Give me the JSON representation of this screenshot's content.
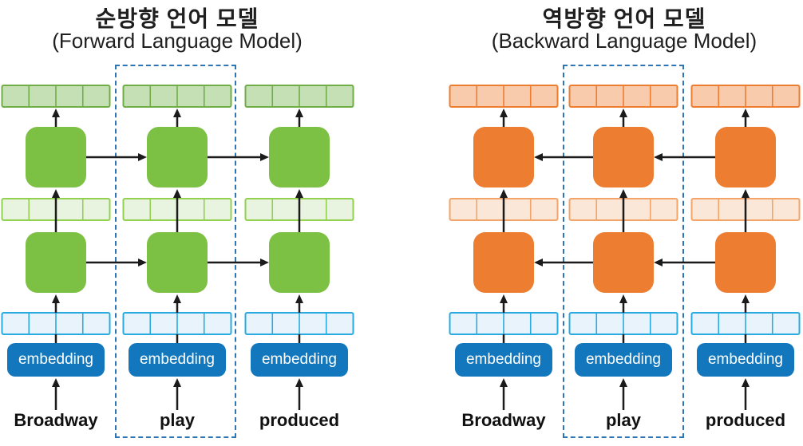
{
  "diagrams": [
    {
      "id": "forward",
      "title_ko": "순방향 언어 모델",
      "title_en": "(Forward Language Model)",
      "words": [
        "Broadway",
        "play",
        "produced"
      ],
      "direction": "right",
      "theme": "green"
    },
    {
      "id": "backward",
      "title_ko": "역방향 언어 모델",
      "title_en": "(Backward Language Model)",
      "words": [
        "Broadway",
        "play",
        "produced"
      ],
      "direction": "left",
      "theme": "orange"
    }
  ],
  "embedding_label": "embedding",
  "colors": {
    "green_cell": "#7cc143",
    "green_output_fill": "#c5e0b4",
    "green_output_border": "#70ad47",
    "green_hidden_fill": "#e9f4e0",
    "green_hidden_border": "#92d050",
    "orange_cell": "#ed7d31",
    "orange_output_fill": "#f8cbad",
    "orange_output_border": "#ed7d31",
    "orange_hidden_fill": "#fbe7d8",
    "orange_hidden_border": "#f3a469",
    "input_fill": "#e9f3fb",
    "input_border": "#29abe2",
    "embedding_fill": "#1277bd",
    "embedding_text": "#ffffff",
    "dashed_box": "#2e75b6",
    "arrow": "#1b1b1b",
    "title_text": "#1f1f1f",
    "word_text": "#111111"
  }
}
